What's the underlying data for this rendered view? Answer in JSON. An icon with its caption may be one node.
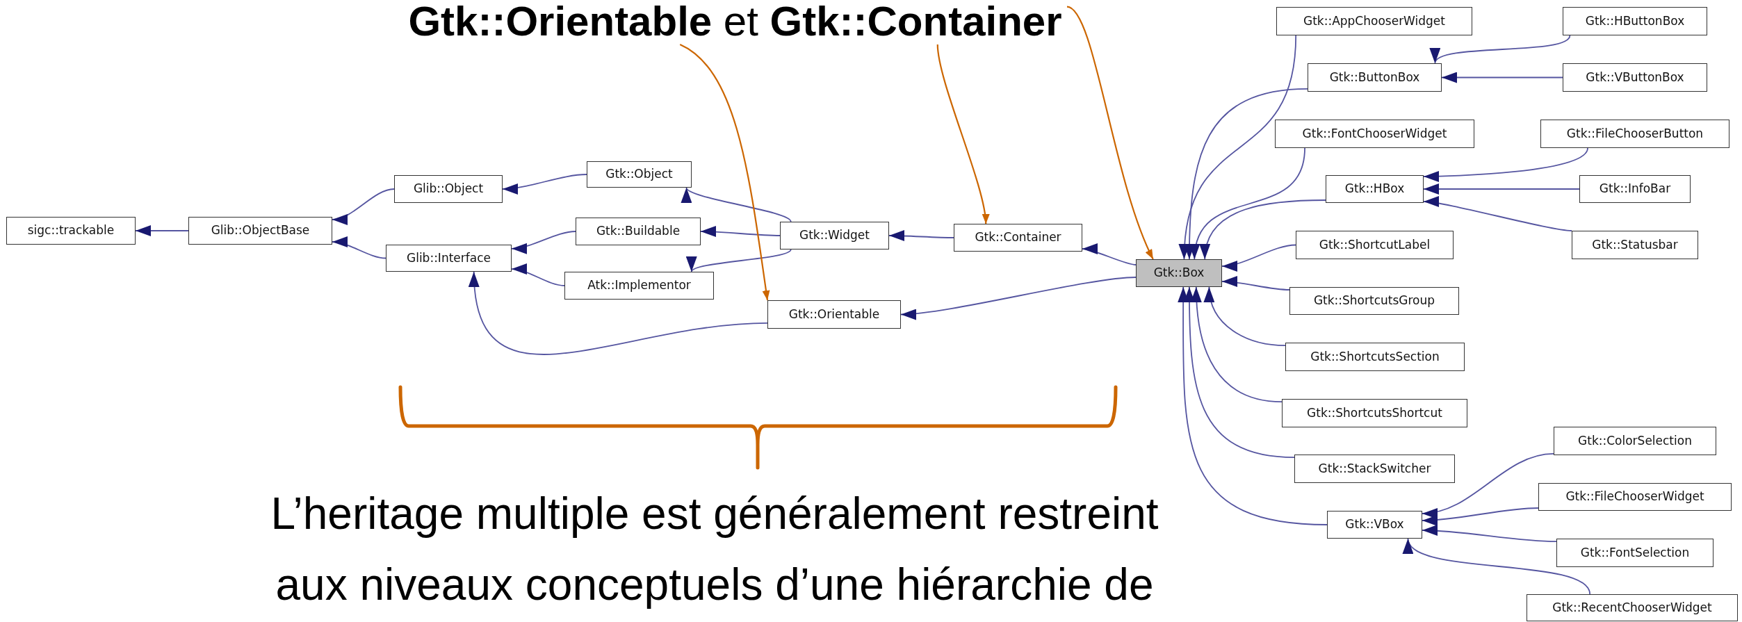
{
  "diagram": {
    "nodes": [
      {
        "text": [
          "**Gtk::Orientable** et **Gtk::Container**"
        ]
      },
      {
        "text": [
          "sigc::trackable"
        ]
      },
      {
        "text": [
          "Glib::ObjectBase"
        ]
      },
      {
        "text": [
          "Glib::Object"
        ]
      },
      {
        "text": [
          "Glib::Interface"
        ]
      },
      {
        "text": [
          "Gtk::Object"
        ]
      },
      {
        "text": [
          "Gtk::Buildable"
        ]
      },
      {
        "text": [
          "Atk::Implementor"
        ]
      },
      {
        "text": [
          "Gtk::Widget"
        ]
      },
      {
        "text": [
          "Gtk::Orientable"
        ]
      },
      {
        "text": [
          "Gtk::Container"
        ]
      },
      {
        "text": [
          "Gtk::Box"
        ]
      },
      {
        "text": [
          "Gtk::AppChooserWidget"
        ]
      },
      {
        "text": [
          "Gtk::ButtonBox"
        ]
      },
      {
        "text": [
          "Gtk::FontChooserWidget"
        ]
      },
      {
        "text": [
          "Gtk::HBox"
        ]
      },
      {
        "text": [
          "Gtk::ShortcutLabel"
        ]
      },
      {
        "text": [
          "Gtk::ShortcutsGroup"
        ]
      },
      {
        "text": [
          "Gtk::ShortcutsSection"
        ]
      },
      {
        "text": [
          "Gtk::ShortcutsShortcut"
        ]
      },
      {
        "text": [
          "Gtk::StackSwitcher"
        ]
      },
      {
        "text": [
          "Gtk::VBox"
        ]
      },
      {
        "text": [
          "Gtk::HButtonBox"
        ]
      },
      {
        "text": [
          "Gtk::VButtonBox"
        ]
      },
      {
        "text": [
          "Gtk::FileChooserButton"
        ]
      },
      {
        "text": [
          "Gtk::InfoBar"
        ]
      },
      {
        "text": [
          "Gtk::Statusbar"
        ]
      },
      {
        "text": [
          "Gtk::ColorSelection"
        ]
      },
      {
        "text": [
          "Gtk::FileChooserWidget"
        ]
      },
      {
        "text": [
          "Gtk::FontSelection"
        ]
      },
      {
        "text": [
          "Gtk::RecentChooserWidget"
        ]
      }
    ],
    "edges": [
      {
        "from": 2,
        "to": 1,
        "arrow": "to"
      },
      {
        "from": 3,
        "to": 2,
        "arrow": "to"
      },
      {
        "from": 4,
        "to": 2,
        "arrow": "to"
      },
      {
        "from": 5,
        "to": 3,
        "arrow": "to"
      },
      {
        "from": 6,
        "to": 4,
        "arrow": "to"
      },
      {
        "from": 7,
        "to": 4,
        "arrow": "to"
      },
      {
        "from": 9,
        "to": 4,
        "arrow": "to"
      },
      {
        "from": 8,
        "to": 5,
        "arrow": "to"
      },
      {
        "from": 8,
        "to": 6,
        "arrow": "to"
      },
      {
        "from": 8,
        "to": 7,
        "arrow": "to"
      },
      {
        "from": 10,
        "to": 8,
        "arrow": "to"
      },
      {
        "from": 11,
        "to": 10,
        "arrow": "to"
      },
      {
        "from": 11,
        "to": 9,
        "arrow": "to"
      },
      {
        "from": 12,
        "to": 11,
        "arrow": "to"
      },
      {
        "from": 13,
        "to": 11,
        "arrow": "to"
      },
      {
        "from": 14,
        "to": 11,
        "arrow": "to"
      },
      {
        "from": 15,
        "to": 11,
        "arrow": "to"
      },
      {
        "from": 16,
        "to": 11,
        "arrow": "to"
      },
      {
        "from": 17,
        "to": 11,
        "arrow": "to"
      },
      {
        "from": 18,
        "to": 11,
        "arrow": "to"
      },
      {
        "from": 19,
        "to": 11,
        "arrow": "to"
      },
      {
        "from": 20,
        "to": 11,
        "arrow": "to"
      },
      {
        "from": 21,
        "to": 11,
        "arrow": "to"
      },
      {
        "from": 22,
        "to": 13,
        "arrow": "to"
      },
      {
        "from": 23,
        "to": 13,
        "arrow": "to"
      },
      {
        "from": 24,
        "to": 15,
        "arrow": "to"
      },
      {
        "from": 25,
        "to": 15,
        "arrow": "to"
      },
      {
        "from": 26,
        "to": 15,
        "arrow": "to"
      },
      {
        "from": 27,
        "to": 21,
        "arrow": "to"
      },
      {
        "from": 28,
        "to": 21,
        "arrow": "to"
      },
      {
        "from": 29,
        "to": 21,
        "arrow": "to"
      },
      {
        "from": 30,
        "to": 21,
        "arrow": "to"
      },
      {
        "from": 0,
        "to": 9,
        "arrow": "to",
        "color": "#cc6600"
      },
      {
        "from": 0,
        "to": 10,
        "arrow": "to",
        "color": "#cc6600"
      },
      {
        "from": 0,
        "to": 11,
        "arrow": "to",
        "color": "#cc6600"
      }
    ],
    "labels": [
      "L’heritage multiple est généralement restreint aux niveaux conceptuels d’une hiérarchie de"
    ]
  }
}
